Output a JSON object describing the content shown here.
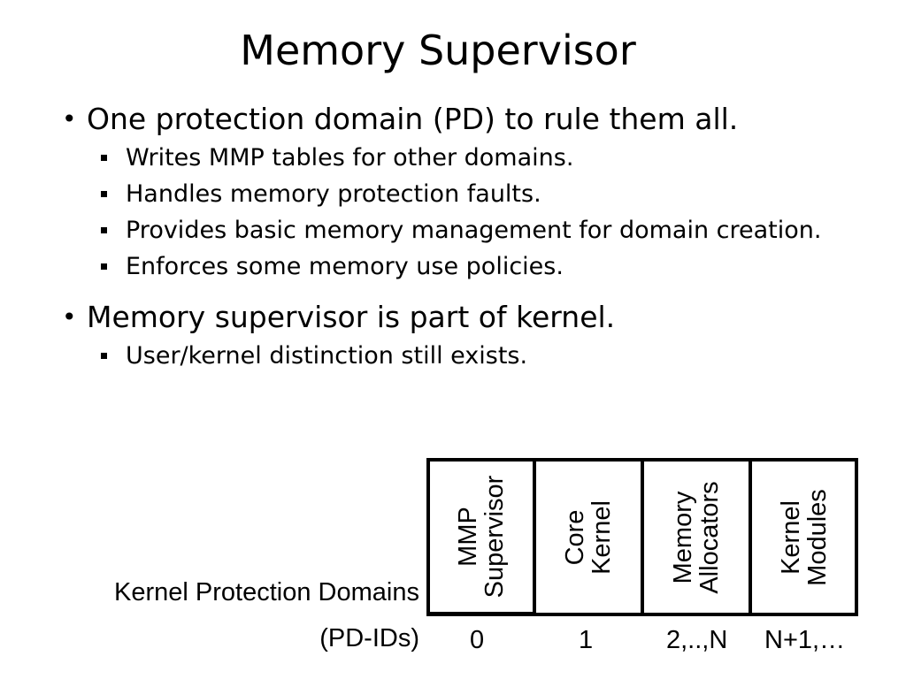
{
  "slide": {
    "title": "Memory Supervisor",
    "bullets": [
      {
        "text": "One protection domain (PD) to rule them all.",
        "sub": [
          "Writes MMP tables for other domains.",
          "Handles memory protection faults.",
          "Provides basic memory management for domain creation.",
          "Enforces some memory use policies."
        ]
      },
      {
        "text": "Memory supervisor is part of kernel.",
        "sub": [
          "User/kernel distinction still exists."
        ]
      }
    ]
  },
  "diagram": {
    "row_label": "Kernel Protection Domains",
    "id_label": "(PD-IDs)",
    "cells": [
      {
        "line1": "MMP",
        "line2": "Supervisor",
        "id": "0"
      },
      {
        "line1": "Core",
        "line2": "Kernel",
        "id": "1"
      },
      {
        "line1": "Memory",
        "line2": "Allocators",
        "id": "2,..,N"
      },
      {
        "line1": "Kernel",
        "line2": "Modules",
        "id": "N+1,…"
      }
    ]
  }
}
